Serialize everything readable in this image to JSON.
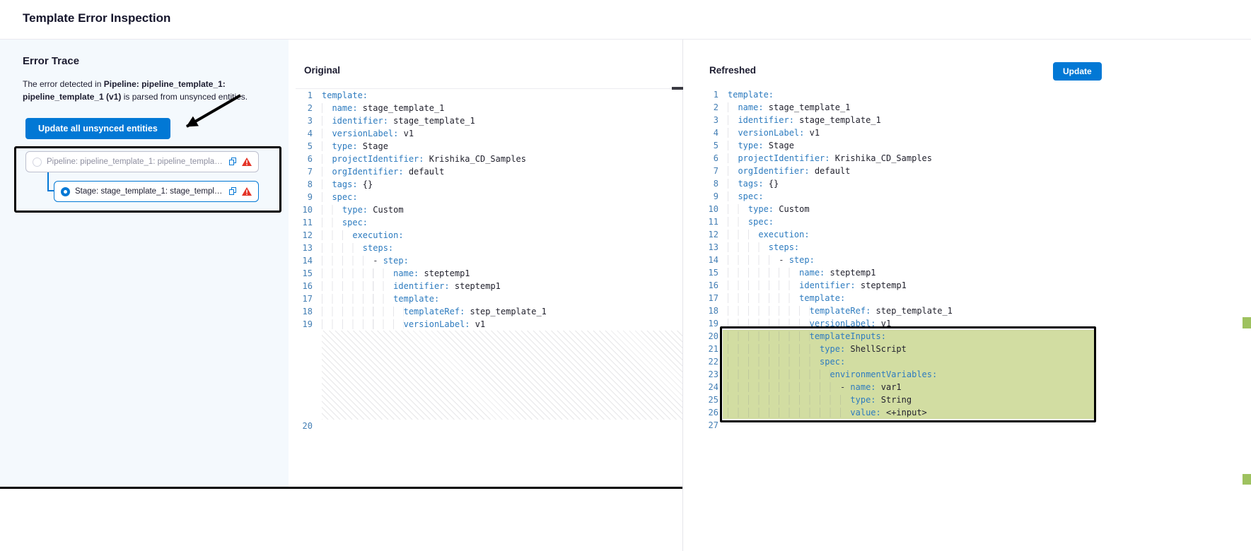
{
  "header": {
    "title": "Template Error Inspection"
  },
  "colors": {
    "accent": "#0278d5",
    "error": "#e43326",
    "added_line_bg": "#d2dda2",
    "key": "#2d7bbf",
    "line_number": "#437eb4"
  },
  "error_trace": {
    "heading": "Error Trace",
    "description": {
      "prefix": "The error detected in ",
      "bold": "Pipeline: pipeline_template_1: pipeline_template_1 (v1)",
      "suffix": " is parsed from unsynced entities."
    },
    "update_all_button": "Update all unsynced entities",
    "entities": [
      {
        "label": "Pipeline: pipeline_template_1: pipeline_template_1...",
        "selected": false,
        "error": true
      },
      {
        "label": "Stage: stage_template_1: stage_templat...",
        "selected": true,
        "error": true
      }
    ]
  },
  "diff": {
    "original": {
      "title": "Original",
      "lines": [
        "template:",
        "  name: stage_template_1",
        "  identifier: stage_template_1",
        "  versionLabel: v1",
        "  type: Stage",
        "  projectIdentifier: Krishika_CD_Samples",
        "  orgIdentifier: default",
        "  tags: {}",
        "  spec:",
        "    type: Custom",
        "    spec:",
        "      execution:",
        "        steps:",
        "          - step:",
        "              name: steptemp1",
        "              identifier: steptemp1",
        "              template:",
        "                templateRef: step_template_1",
        "                versionLabel: v1"
      ],
      "collapsed_placeholder_lines": 7,
      "last_line_number": 20
    },
    "refreshed": {
      "title": "Refreshed",
      "update_button": "Update",
      "lines": [
        "template:",
        "  name: stage_template_1",
        "  identifier: stage_template_1",
        "  versionLabel: v1",
        "  type: Stage",
        "  projectIdentifier: Krishika_CD_Samples",
        "  orgIdentifier: default",
        "  tags: {}",
        "  spec:",
        "    type: Custom",
        "    spec:",
        "      execution:",
        "        steps:",
        "          - step:",
        "              name: steptemp1",
        "              identifier: steptemp1",
        "              template:",
        "                templateRef: step_template_1",
        "                versionLabel: v1",
        "                templateInputs:",
        "                  type: ShellScript",
        "                  spec:",
        "                    environmentVariables:",
        "                      - name: var1",
        "                        type: String",
        "                        value: <+input>",
        ""
      ],
      "added_lines": {
        "start": 20,
        "end": 26
      }
    }
  }
}
